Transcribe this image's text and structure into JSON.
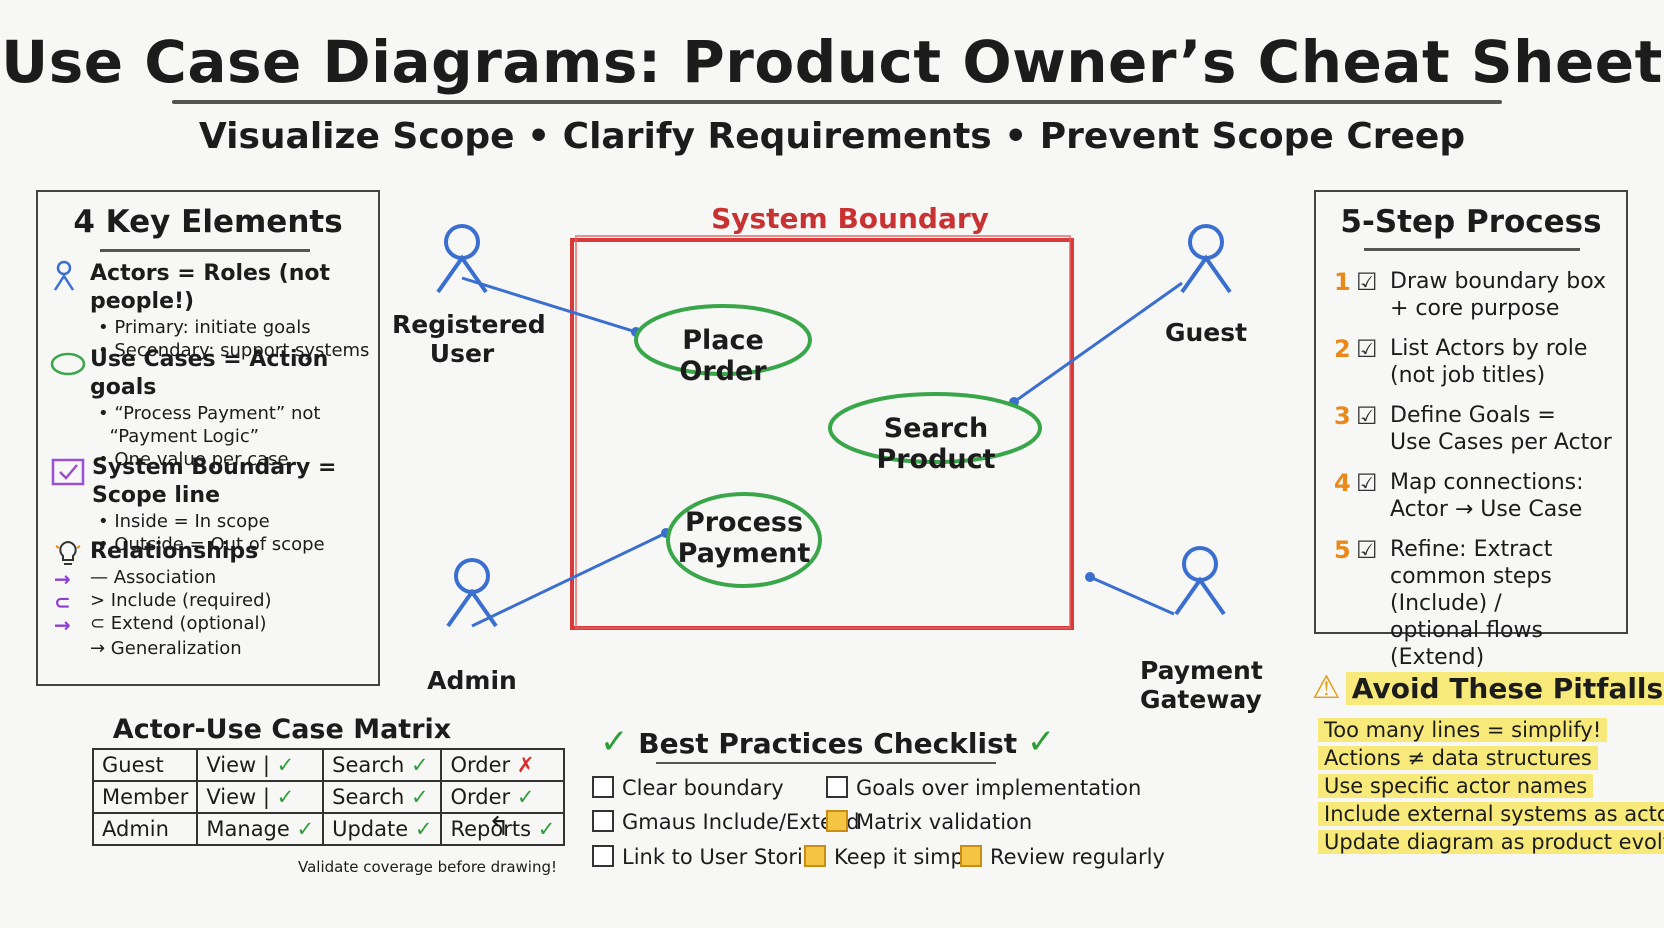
{
  "title": "Use Case Diagrams: Product Owner’s Cheat Sheet",
  "subtitle": "Visualize Scope • Clarify Requirements • Prevent Scope Creep",
  "key_elements": {
    "title": "4 Key Elements",
    "items": [
      {
        "head": "Actors = Roles (not people!)",
        "bullets": [
          "• Primary: initiate goals",
          "• Secondary: support systems"
        ],
        "icon": "actor-icon"
      },
      {
        "head": "Use Cases = Action goals",
        "bullets": [
          "• “Process Payment” not",
          "  “Payment Logic”",
          "• One value per case"
        ],
        "icon": "ellipse-icon"
      },
      {
        "head": "System Boundary = Scope line",
        "bullets": [
          "• Inside = In scope",
          "• Outside = Out of scope"
        ],
        "icon": "boundary-icon"
      },
      {
        "head": "Relationships",
        "bullets": [
          "— Association",
          "> Include (required)",
          "⊂ Extend (optional)",
          "→ Generalization"
        ],
        "icon": "lightbulb-icon"
      }
    ]
  },
  "diagram": {
    "boundary_label": "System Boundary",
    "use_cases": [
      "Place Order",
      "Search Product",
      "Process Payment"
    ],
    "actors": [
      "Registered User",
      "Guest",
      "Admin",
      "Payment Gateway"
    ]
  },
  "process": {
    "title": "5-Step Process",
    "steps": [
      {
        "num": "1",
        "text": "Draw boundary box\n+ core purpose"
      },
      {
        "num": "2",
        "text": "List Actors by role\n(not job titles)"
      },
      {
        "num": "3",
        "text": "Define Goals =\nUse Cases per Actor"
      },
      {
        "num": "4",
        "text": "Map connections:\nActor → Use Case"
      },
      {
        "num": "5",
        "text": "Refine: Extract\ncommon steps (Include) /\noptional flows (Extend)"
      }
    ]
  },
  "matrix": {
    "title": "Actor-Use Case Matrix",
    "rows": [
      {
        "actor": "Guest",
        "c1": "View |",
        "m1": "✓",
        "c2": "Search",
        "m2": "✓",
        "c3": "Order",
        "m3": "✗"
      },
      {
        "actor": "Member",
        "c1": "View |",
        "m1": "✓",
        "c2": "Search",
        "m2": "✓",
        "c3": "Order",
        "m3": "✓"
      },
      {
        "actor": "Admin",
        "c1": "Manage",
        "m1": "✓",
        "c2": "Update",
        "m2": "✓",
        "c3": "Reports",
        "m3": "✓"
      }
    ],
    "note": "Validate coverage before drawing!"
  },
  "checklist": {
    "title": "Best Practices Checklist",
    "items": [
      {
        "label": "Clear boundary",
        "checked": false
      },
      {
        "label": "Goals over implementation",
        "checked": false
      },
      {
        "label": "Gmaus Include/Extend",
        "checked": false
      },
      {
        "label": "Matrix validation",
        "checked": true
      },
      {
        "label": "Link to User Stories",
        "checked": false
      },
      {
        "label": "Keep it simple",
        "checked": true
      },
      {
        "label": "Review regularly",
        "checked": true
      }
    ]
  },
  "pitfalls": {
    "title": "Avoid These Pitfalls",
    "items": [
      "Too many lines = simplify!",
      "Actions ≠ data structures",
      "Use specific actor names",
      "Include external systems as actors",
      "Update diagram as product evolves"
    ]
  },
  "colors": {
    "boundary": "#d83a3a",
    "use_case": "#3aa64a",
    "actor": "#3a6fd0",
    "accent": "#e8891a",
    "highlight": "#f8ea7a"
  }
}
